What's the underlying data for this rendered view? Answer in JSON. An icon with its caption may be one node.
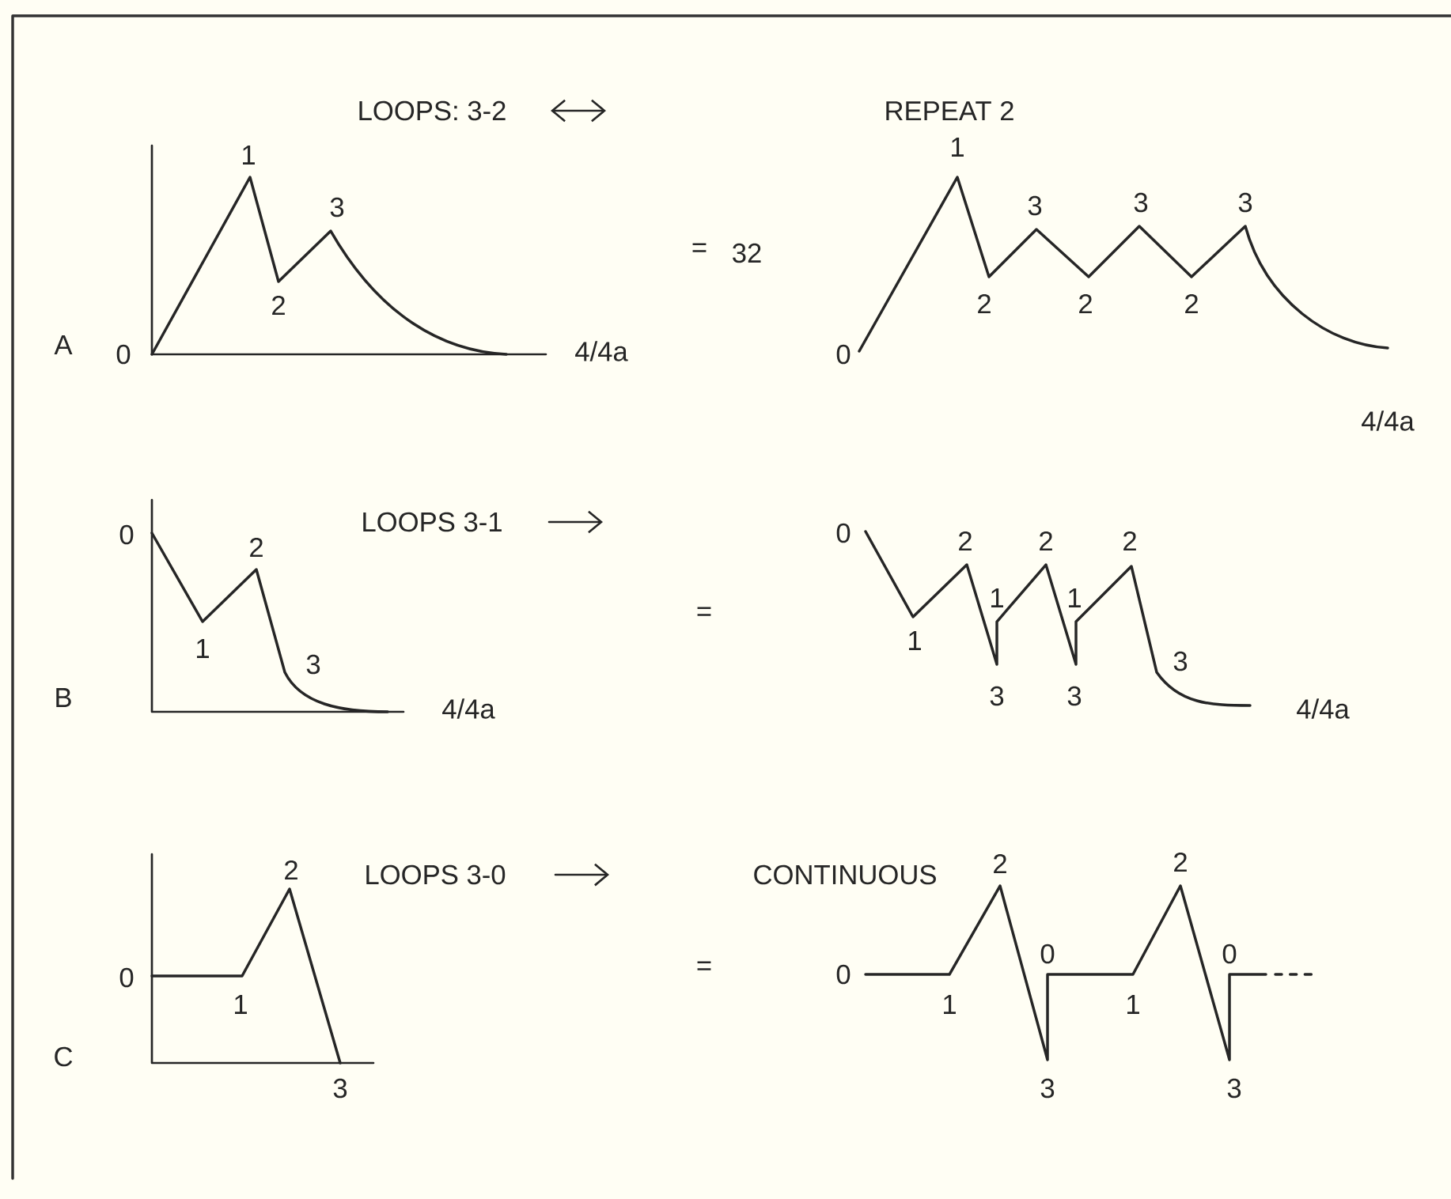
{
  "diagram": {
    "labels": [
      "LOOPS: 3-2",
      "REPEAT 2",
      "1",
      "1",
      "3",
      "3",
      "3",
      "3",
      "=",
      "32",
      "2",
      "2",
      "2",
      "2",
      "A",
      "0",
      "4/4a",
      "0",
      "4/4a",
      "0",
      "LOOPS 3-1",
      "2",
      "0",
      "2",
      "2",
      "2",
      "1",
      "1",
      "=",
      "1",
      "1",
      "3",
      "3",
      "B",
      "3",
      "3",
      "4/4a",
      "4/4a",
      "2",
      "LOOPS 3-0",
      "CONTINUOUS",
      "2",
      "2",
      "0",
      "0",
      "0",
      "=",
      "0",
      "1",
      "1",
      "1",
      "C",
      "3",
      "3",
      "3"
    ]
  }
}
